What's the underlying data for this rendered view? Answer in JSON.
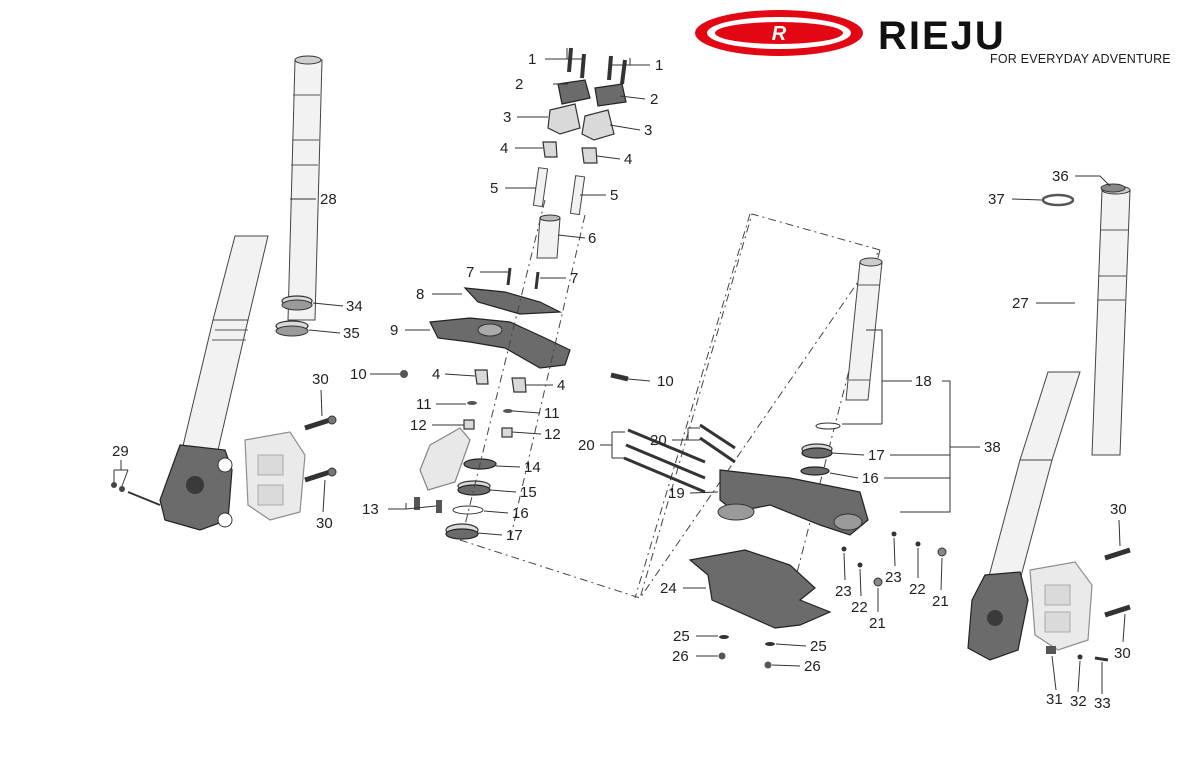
{
  "brand": {
    "name": "RIEJU",
    "logo_letter": "R",
    "tagline": "FOR EVERYDAY ADVENTURE",
    "color": "#e30613"
  },
  "callouts": {
    "c1a": "1",
    "c1b": "1",
    "c2a": "2",
    "c2b": "2",
    "c3a": "3",
    "c3b": "3",
    "c4a": "4",
    "c4b": "4",
    "c4c": "4",
    "c4d": "4",
    "c5a": "5",
    "c5b": "5",
    "c6": "6",
    "c7a": "7",
    "c7b": "7",
    "c8": "8",
    "c9": "9",
    "c10a": "10",
    "c10b": "10",
    "c11a": "11",
    "c11b": "11",
    "c12a": "12",
    "c12b": "12",
    "c13": "13",
    "c14": "14",
    "c15": "15",
    "c16a": "16",
    "c16b": "16",
    "c17a": "17",
    "c17b": "17",
    "c18": "18",
    "c19": "19",
    "c20a": "20",
    "c20b": "20",
    "c21a": "21",
    "c21b": "21",
    "c22a": "22",
    "c22b": "22",
    "c23a": "23",
    "c23b": "23",
    "c24": "24",
    "c25a": "25",
    "c25b": "25",
    "c26a": "26",
    "c26b": "26",
    "c27": "27",
    "c28": "28",
    "c29": "29",
    "c30a": "30",
    "c30b": "30",
    "c30c": "30",
    "c30d": "30",
    "c31": "31",
    "c32": "32",
    "c33": "33",
    "c34": "34",
    "c35": "35",
    "c36": "36",
    "c37": "37",
    "c38": "38"
  }
}
